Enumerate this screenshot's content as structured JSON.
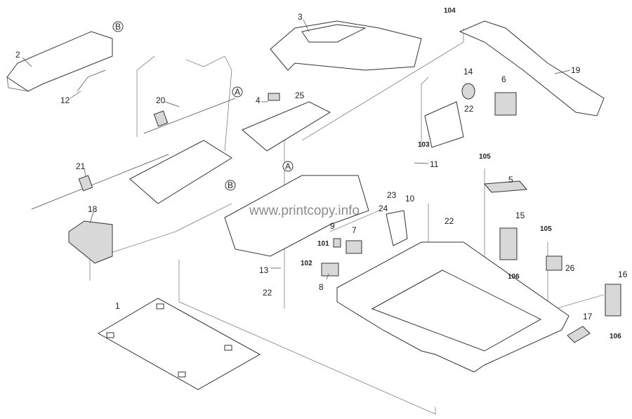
{
  "watermark": "www.printcopy.info",
  "callouts": {
    "p2": "2",
    "refB1": "B",
    "p12": "12",
    "p3": "3",
    "p104": "104",
    "p19": "19",
    "p20": "20",
    "refA1": "A",
    "p4": "4",
    "p25": "25",
    "p14": "14",
    "p6": "6",
    "p22a": "22",
    "p103": "103",
    "p21": "21",
    "p11": "11",
    "refA2": "A",
    "refB2": "B",
    "p105a": "105",
    "p5": "5",
    "p18": "18",
    "p23": "23",
    "p24": "24",
    "p10": "10",
    "p22b": "22",
    "p9": "9",
    "p7": "7",
    "p101": "101",
    "p15": "15",
    "p105b": "105",
    "p102": "102",
    "p8": "8",
    "p13": "13",
    "p22c": "22",
    "p106a": "106",
    "p26": "26",
    "p1": "1",
    "p16": "16",
    "p17": "17",
    "p106b": "106"
  }
}
